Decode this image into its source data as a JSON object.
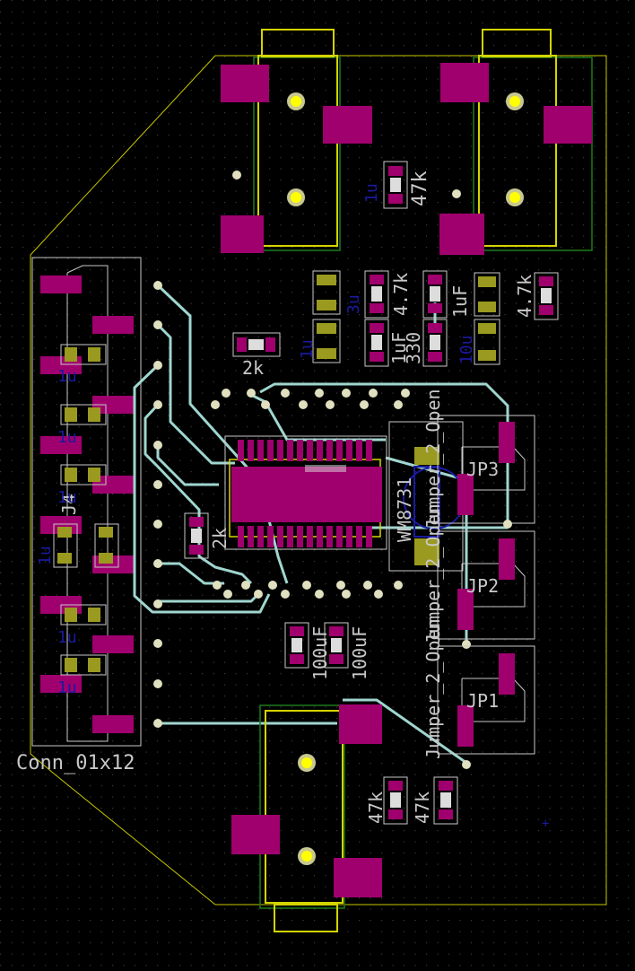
{
  "colors": {
    "background": "#000000",
    "grid_dot": "#3a3a3a",
    "board_edge": "#c8c800",
    "courtyard": "#c8c8c8",
    "silkscreen_front": "#c8c8c8",
    "silkscreen_back": "#1a1aa0",
    "fab_outline": "#d4d400",
    "copper_front": "#a0006e",
    "copper_back": "#9a9a20",
    "pad_small": "#909020",
    "track": "#9fd6cf",
    "hole": "#ffff00",
    "via": "#c8c890",
    "zone_outline": "#1e7a1e"
  },
  "labels": {
    "r_47k_top": "47k",
    "c_1u_top_back": "1u",
    "c_1u_row_a": "1u",
    "r_4k7": "4.7k",
    "c_1uF_a": "1uF",
    "r_330": "330",
    "c_1uF_b": "1uF",
    "r_47k_right": "4.7k",
    "c_10u_back": "10u",
    "c_3u_back": "3u",
    "r_2k_upper": "2k",
    "r_2k_lower": "2k",
    "ic_name": "WM8731",
    "jp3": "JP3",
    "jp2": "JP2",
    "jp1": "JP1",
    "jumper_open_a": "Jumper_2_Open",
    "jumper_open_b": "Jumper_2_Open",
    "jumper_open_c": "Jumper_2_Open",
    "c_100uf_a": "100uF",
    "c_100uf_b": "100uF",
    "r_47k_bottom_a": "47k",
    "r_47k_bottom_b": "47k",
    "conn_ref": "J4",
    "conn_value": "Conn_01x12",
    "back_caps": [
      "1u",
      "1u",
      "1u",
      "1u",
      "1u",
      "1u"
    ]
  }
}
